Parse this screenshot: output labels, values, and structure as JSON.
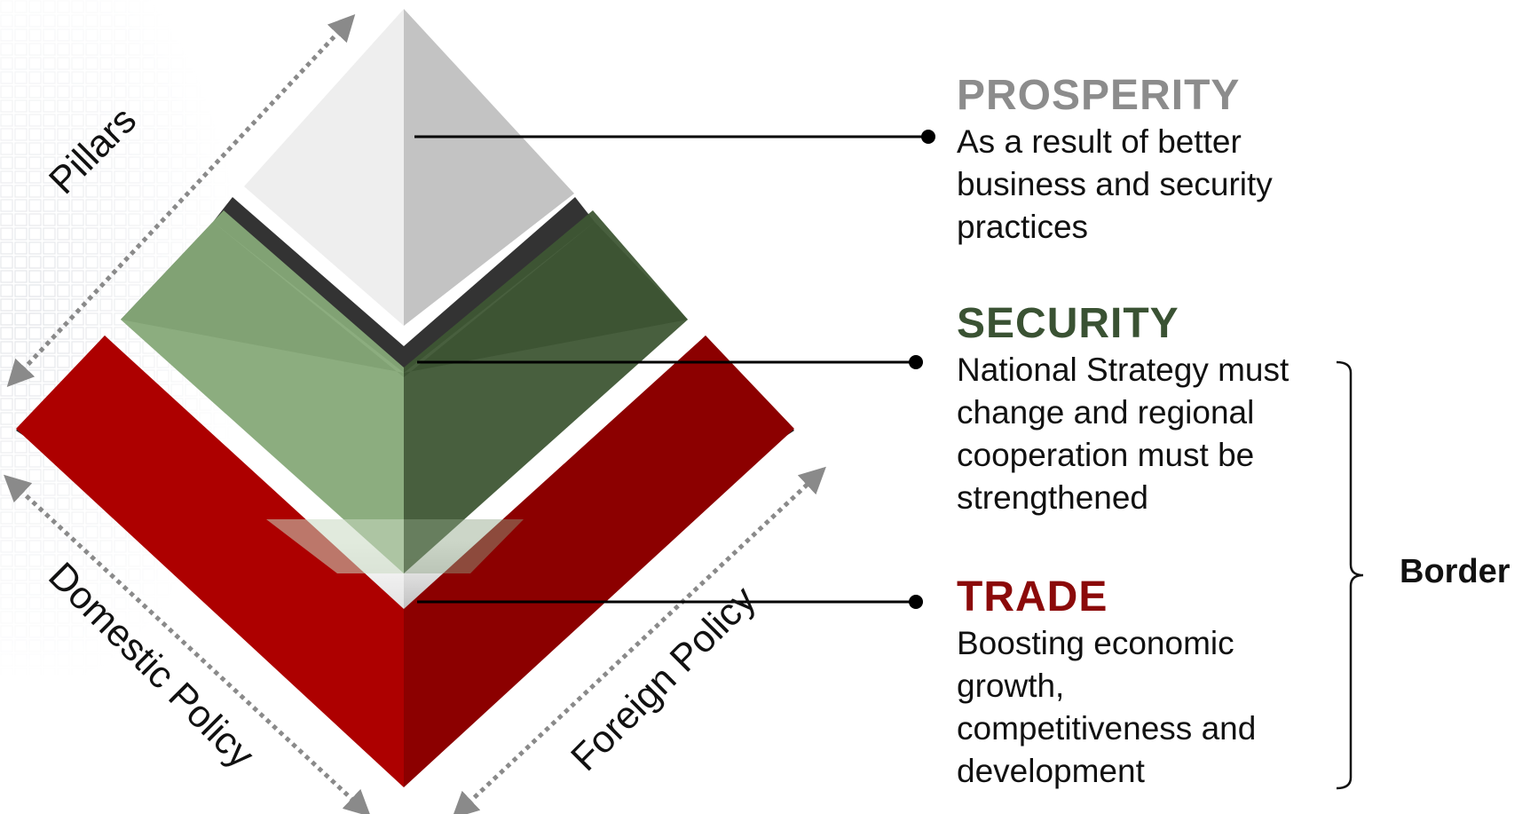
{
  "diagram": {
    "axis_labels": {
      "pillars": "Pillars",
      "domestic_policy": "Domestic Policy",
      "foreign_policy": "Foreign Policy"
    },
    "tiers": [
      {
        "title": "PROSPERITY",
        "text": "As a result of better\nbusiness and security\npractices",
        "color": "#8c8c8c"
      },
      {
        "title": "SECURITY",
        "text": "National Strategy must\nchange and regional\ncooperation must be\nstrengthened",
        "color": "#3a5233"
      },
      {
        "title": "TRADE",
        "text": "Boosting economic\ngrowth,\ncompetitiveness and\ndevelopment",
        "color": "#8b0a0a"
      }
    ],
    "bracket_label": "Border"
  }
}
